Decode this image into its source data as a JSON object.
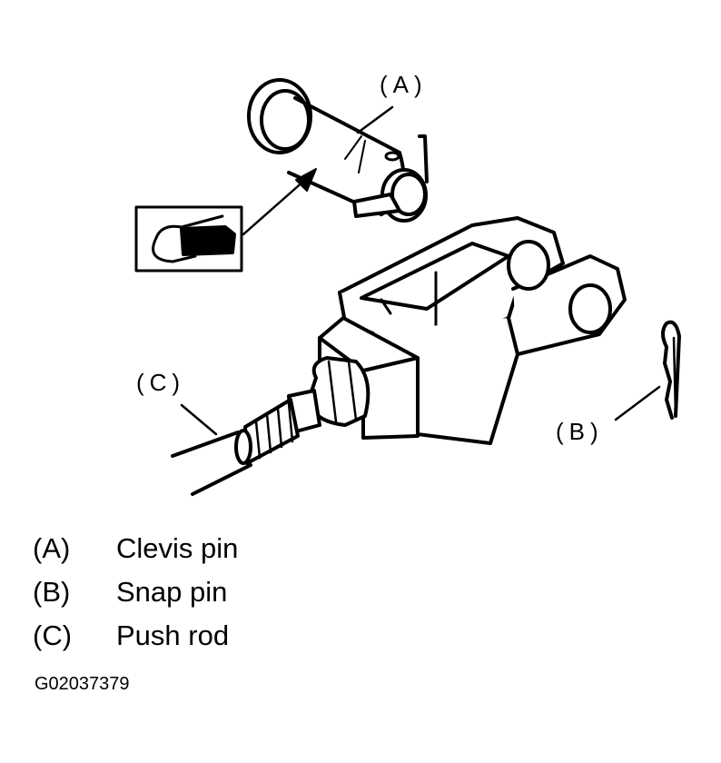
{
  "callouts": {
    "a": "(A)",
    "b": "(B)",
    "c": "(C)"
  },
  "legend": [
    {
      "key": "(A)",
      "label": "Clevis pin"
    },
    {
      "key": "(B)",
      "label": "Snap pin"
    },
    {
      "key": "(C)",
      "label": "Push rod"
    }
  ],
  "figure_id": "G02037379"
}
